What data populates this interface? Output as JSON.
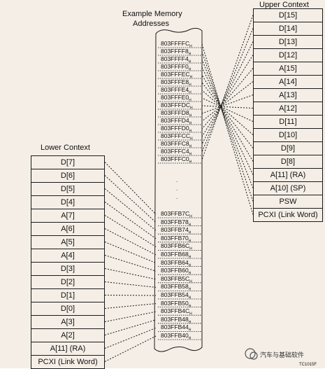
{
  "figure": {
    "mem_title_1": "Example Memory",
    "mem_title_2": "Addresses",
    "upper_title": "Upper Context",
    "lower_title": "Lower Context",
    "figure_id": "TC1015F",
    "watermark": "汽车与基础软件",
    "ellipsis": ". . ."
  },
  "upper_context": [
    "D[15]",
    "D[14]",
    "D[13]",
    "D[12]",
    "A[15]",
    "A[14]",
    "A[13]",
    "A[12]",
    "D[11]",
    "D[10]",
    "D[9]",
    "D[8]",
    "A[11] (RA)",
    "A[10] (SP)",
    "PSW",
    "PCXI (Link Word)"
  ],
  "lower_context": [
    "D[7]",
    "D[6]",
    "D[5]",
    "D[4]",
    "A[7]",
    "A[6]",
    "A[5]",
    "A[4]",
    "D[3]",
    "D[2]",
    "D[1]",
    "D[0]",
    "A[3]",
    "A[2]",
    "A[11] (RA)",
    "PCXI (Link Word)"
  ],
  "upper_addresses": [
    "803FFFFC",
    "803FFFF8",
    "803FFFF4",
    "803FFFF0",
    "803FFFEC",
    "803FFFE8",
    "803FFFE4",
    "803FFFE0",
    "803FFFDC",
    "803FFFD8",
    "803FFFD4",
    "803FFFD0",
    "803FFFCC",
    "803FFFC8",
    "803FFFC4",
    "803FFFC0"
  ],
  "lower_addresses": [
    "803FFB7C",
    "803FFB78",
    "803FFB74",
    "803FFB70",
    "803FFB6C",
    "803FFB68",
    "803FFB64",
    "803FFB60",
    "803FFB5C",
    "803FFB58",
    "803FFB54",
    "803FFB50",
    "803FFB4C",
    "803FFB48",
    "803FFB44",
    "803FFB40"
  ],
  "hex_suffix": "H"
}
